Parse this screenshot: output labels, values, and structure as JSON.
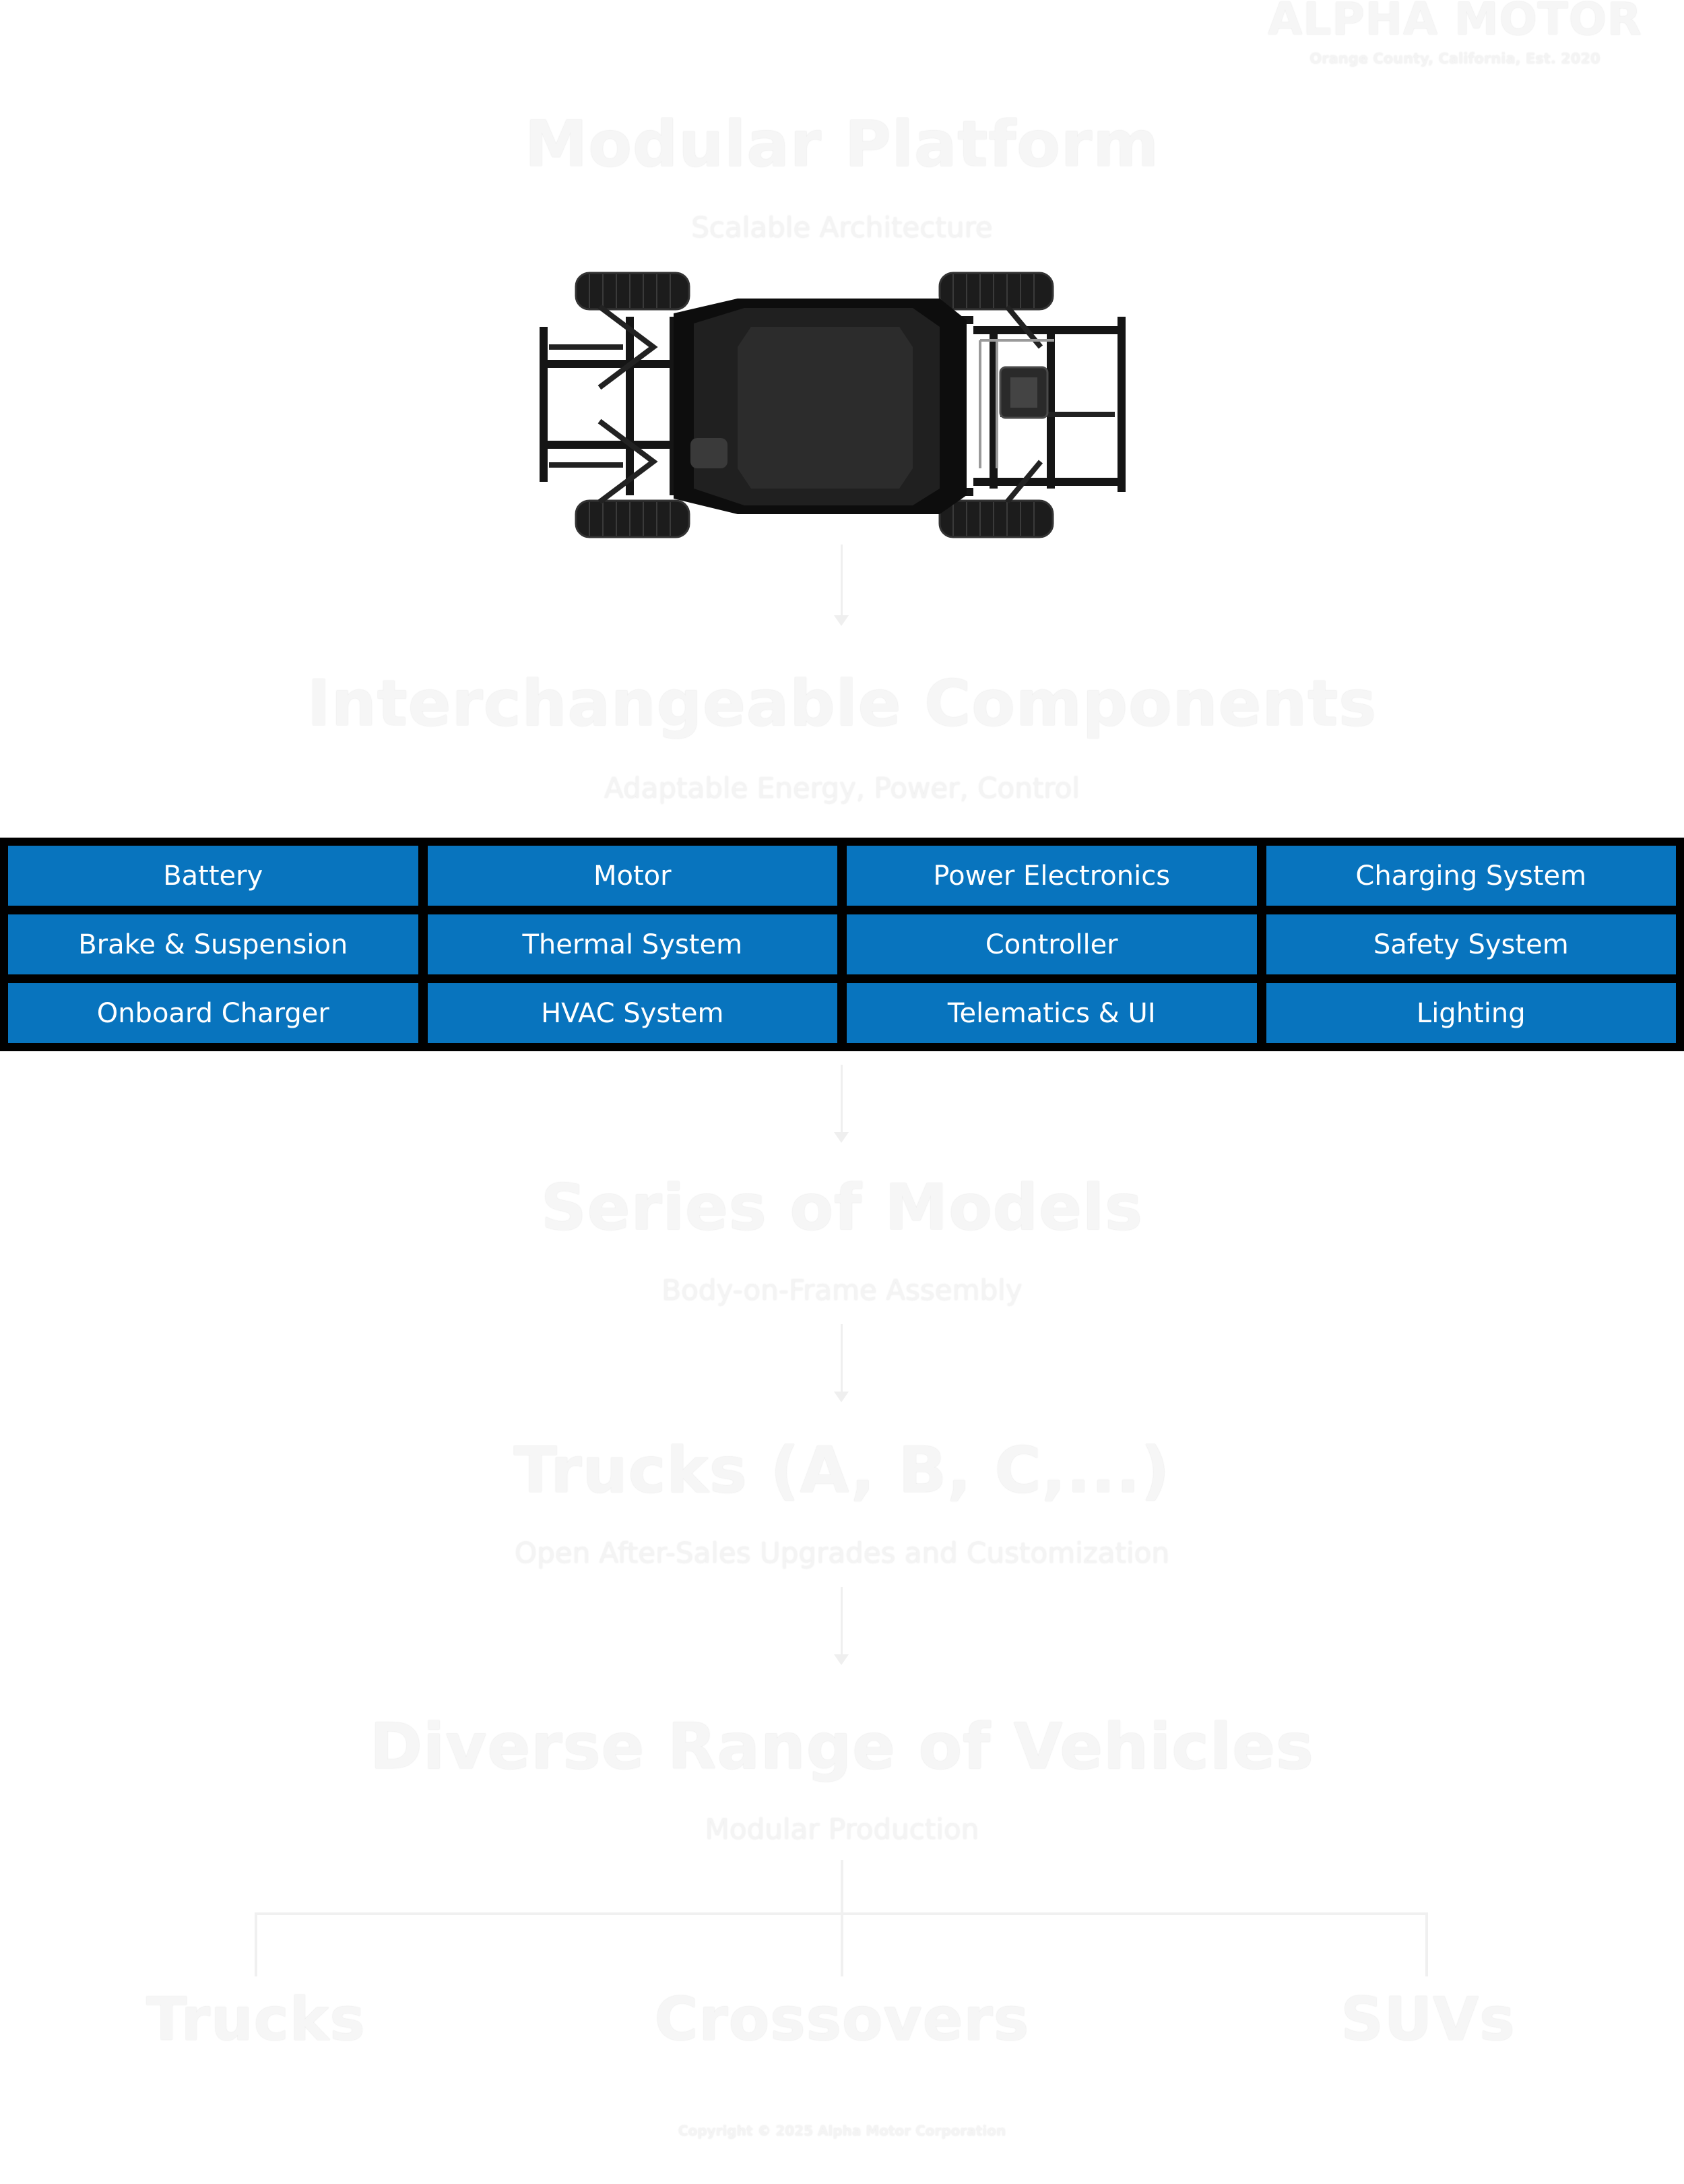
{
  "brand": {
    "name": "ALPHA MOTOR",
    "tagline": "Orange County, California, Est. 2020"
  },
  "platform": {
    "title": "Modular Platform",
    "subtitle": "Scalable Architecture"
  },
  "components_section": {
    "title": "Interchangeable Components",
    "subtitle": "Adaptable Energy, Power, Control",
    "cells": [
      "Battery",
      "Motor",
      "Power Electronics",
      "Charging System",
      "Brake & Suspension",
      "Thermal System",
      "Controller",
      "Safety System",
      "Onboard Charger",
      "HVAC System",
      "Telematics & UI",
      "Lighting"
    ],
    "cell_color": "#0874be",
    "border_color": "#000000"
  },
  "series": {
    "title": "Series of Models",
    "subtitle": "Body-on-Frame Assembly"
  },
  "trucks": {
    "title": "Trucks (A, B, C,...)",
    "subtitle": "Open After-Sales Upgrades and Customization"
  },
  "diverse": {
    "title": "Diverse Range of Vehicles",
    "subtitle": "Modular Production"
  },
  "vehicle_types": [
    "Trucks",
    "Crossovers",
    "SUVs"
  ],
  "footer": {
    "copyright": "Copyright © 2025 Alpha Motor Corporation"
  }
}
